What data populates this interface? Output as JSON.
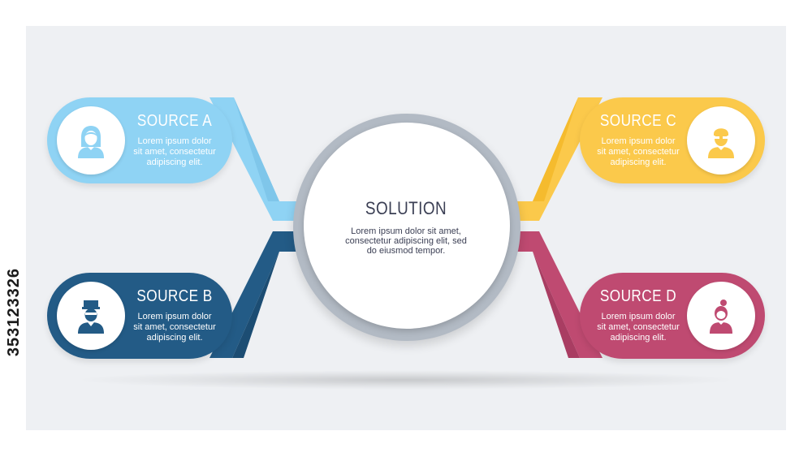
{
  "colors": {
    "source_a": "#8fd3f4",
    "source_b": "#235b86",
    "source_c": "#fbc94b",
    "source_d": "#bf4a71",
    "ring": "#b2bac4",
    "text_dark": "#3b3f54"
  },
  "center": {
    "title": "SOLUTION",
    "body_lines": [
      "Lorem ipsum dolor sit amet,",
      "consectetur adipiscing elit, sed",
      "do eiusmod tempor."
    ]
  },
  "sources": [
    {
      "id": "a",
      "title": "SOURCE A",
      "icon": "woman-avatar-icon",
      "body_lines": [
        "Lorem ipsum dolor",
        "sit amet, consectetur",
        "adipiscing elit."
      ]
    },
    {
      "id": "b",
      "title": "SOURCE B",
      "icon": "man-hat-avatar-icon",
      "body_lines": [
        "Lorem ipsum dolor",
        "sit amet, consectetur",
        "adipiscing elit."
      ]
    },
    {
      "id": "c",
      "title": "SOURCE C",
      "icon": "man-glasses-avatar-icon",
      "body_lines": [
        "Lorem ipsum dolor",
        "sit amet, consectetur",
        "adipiscing elit."
      ]
    },
    {
      "id": "d",
      "title": "SOURCE D",
      "icon": "woman-bun-avatar-icon",
      "body_lines": [
        "Lorem ipsum dolor",
        "sit amet, consectetur",
        "adipiscing elit."
      ]
    }
  ],
  "watermark": "353123326"
}
